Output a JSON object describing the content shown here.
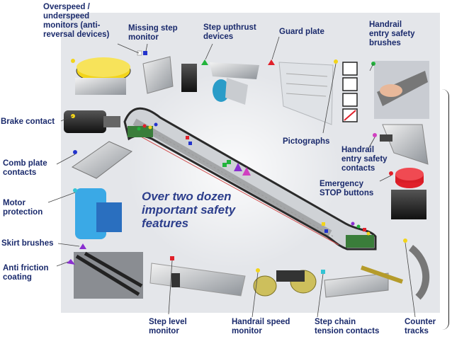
{
  "headline": "Over two dozen\nimportant safety\nfeatures",
  "labels": {
    "overspeed": "Overspeed /\nunderspeed\nmonitors (anti-\nreversal devices)",
    "missing_step": "Missing step\nmonitor",
    "step_upthrust": "Step upthrust\ndevices",
    "guard_plate": "Guard plate",
    "handrail_brushes": "Handrail\nentry safety\nbrushes",
    "brake_contact": "Brake contact",
    "pictographs": "Pictographs",
    "handrail_contacts": "Handrail\nentry safety\ncontacts",
    "comb_plate": "Comb plate\ncontacts",
    "emergency_stop": "Emergency\nSTOP buttons",
    "motor_protection": "Motor\nprotection",
    "skirt_brushes": "Skirt brushes",
    "anti_friction": "Anti friction\ncoating",
    "step_level": "Step level\nmonitor",
    "handrail_speed": "Handrail speed\nmonitor",
    "step_chain": "Step chain\ntension contacts",
    "counter_tracks": "Counter\ntracks"
  },
  "colors": {
    "label_text": "#1a2a6c",
    "headline_text": "#2c3e8c",
    "panel_bg": "#e4e6ea",
    "marker_yellow": "#f2d41a",
    "marker_red": "#e0202a",
    "marker_green": "#22b43c",
    "marker_blue": "#2233cc",
    "marker_cyan": "#33c4d4",
    "marker_purple": "#8a2fd0",
    "marker_pink": "#d040c0"
  },
  "icons": [
    "escalator-illustration",
    "speed-monitor-disc-icon",
    "missing-step-sensor-icon",
    "upthrust-device-icon",
    "guard-plate-icon",
    "handrail-brush-icon",
    "brake-contact-icon",
    "pictograph-signs-icon",
    "handrail-contact-icon",
    "comb-plate-icon",
    "emergency-stop-button-icon",
    "motor-icon",
    "skirt-brush-icon",
    "anti-friction-coating-icon",
    "step-level-monitor-icon",
    "handrail-speed-wheels-icon",
    "step-chain-contact-icon",
    "counter-track-icon"
  ]
}
